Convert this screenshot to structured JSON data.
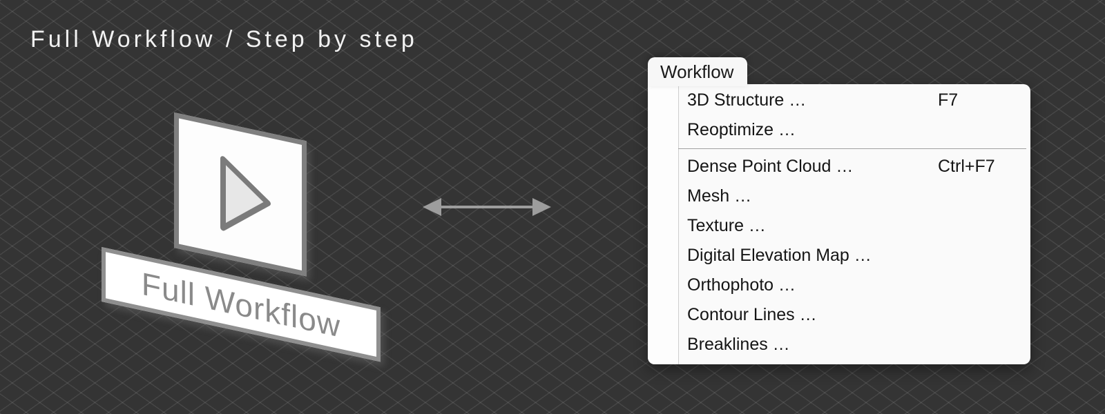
{
  "title": "Full Workflow / Step by step",
  "colors": {
    "background": "#343434",
    "grid_line": "#474747",
    "panel_bg": "#fafafa",
    "menu_text": "#151515",
    "gray_accent": "#8a8a8a",
    "title_text": "#f2f2f2",
    "border_gray": "#7f7f7f",
    "arrow_gray": "#9d9d9d"
  },
  "icons": {
    "play": "play-triangle-right",
    "link": "double-headed-arrow"
  },
  "play_card": {
    "label": "Full Workflow"
  },
  "menu": {
    "tab_label": "Workflow",
    "group1": [
      {
        "label": "3D Structure …",
        "shortcut": "F7"
      },
      {
        "label": "Reoptimize …",
        "shortcut": ""
      }
    ],
    "group2": [
      {
        "label": "Dense Point Cloud …",
        "shortcut": "Ctrl+F7"
      },
      {
        "label": "Mesh …",
        "shortcut": ""
      },
      {
        "label": "Texture …",
        "shortcut": ""
      },
      {
        "label": "Digital Elevation Map …",
        "shortcut": ""
      },
      {
        "label": "Orthophoto …",
        "shortcut": ""
      },
      {
        "label": "Contour Lines …",
        "shortcut": ""
      },
      {
        "label": "Breaklines …",
        "shortcut": ""
      }
    ]
  }
}
